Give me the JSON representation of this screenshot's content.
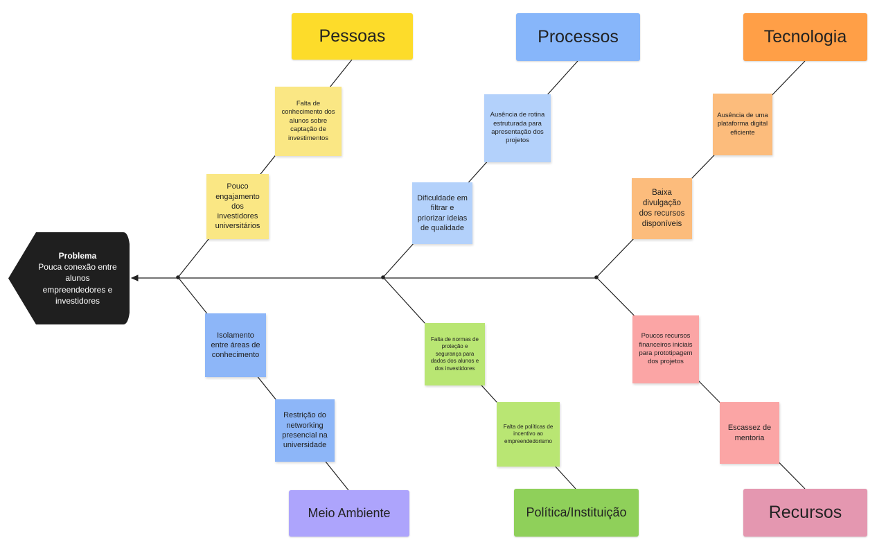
{
  "problem": {
    "title": "Problema",
    "description": "Pouca conexão entre alunos empreendedores e investidores"
  },
  "categories": {
    "pessoas": {
      "label": "Pessoas",
      "color": "#FDDC2A"
    },
    "processos": {
      "label": "Processos",
      "color": "#87B6FA"
    },
    "tecnologia": {
      "label": "Tecnologia",
      "color": "#FF9F47"
    },
    "meio_ambiente": {
      "label": "Meio Ambiente",
      "color": "#ADA4FC"
    },
    "politica": {
      "label": "Política/Instituição",
      "color": "#8FD05A"
    },
    "recursos": {
      "label": "Recursos",
      "color": "#E497B0"
    }
  },
  "causes": {
    "pessoas_1": "Falta de conhecimento dos alunos sobre captação de investimentos",
    "pessoas_2": "Pouco engajamento dos investidores universitários",
    "processos_1": "Ausência de rotina estruturada para apresentação dos projetos",
    "processos_2": "Dificuldade em filtrar e priorizar ideias de qualidade",
    "tecnologia_1": "Ausência de uma plataforma digital eficiente",
    "tecnologia_2": "Baixa divulgação dos recursos disponíveis",
    "meio_ambiente_1": "Isolamento entre áreas de conhecimento",
    "meio_ambiente_2": "Restrição do networking presencial na universidade",
    "politica_1": "Falta de normas de proteção e segurança para dados dos alunos e dos investidores",
    "politica_2": "Falta de políticas de incentivo ao empreendedorismo",
    "recursos_1": "Poucos recursos financeiros iniciais para prototipagem dos projetos",
    "recursos_2": "Escassez de mentoria"
  },
  "note_colors": {
    "yellow": "#FAE784",
    "blue": "#B3D1FB",
    "orange": "#FCBC7C",
    "violet": "#8DB6F8",
    "green": "#B9E673",
    "red": "#FBA5A5"
  }
}
